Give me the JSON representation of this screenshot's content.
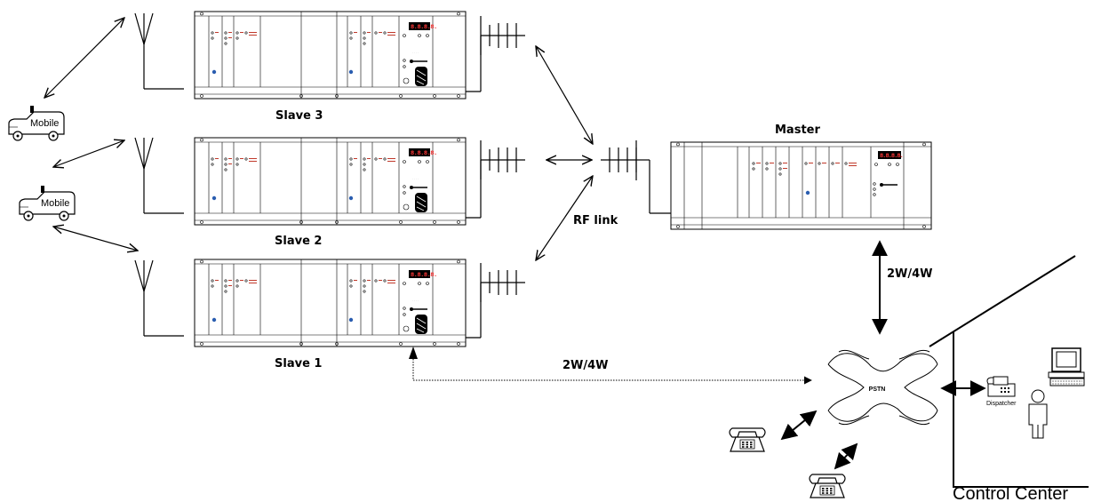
{
  "labels": {
    "slave3": "Slave 3",
    "slave2": "Slave 2",
    "slave1": "Slave 1",
    "master": "Master",
    "rf_link": "RF link",
    "link_master_pstn": "2W/4W",
    "link_slave1_pstn": "2W/4W",
    "pstn": "PSTN",
    "dispatcher": "Dispatcher",
    "control_center": "Control Center",
    "mobile_top": "Mobile",
    "mobile_bottom": "Mobile"
  },
  "display_digits": "8.8.8.8."
}
